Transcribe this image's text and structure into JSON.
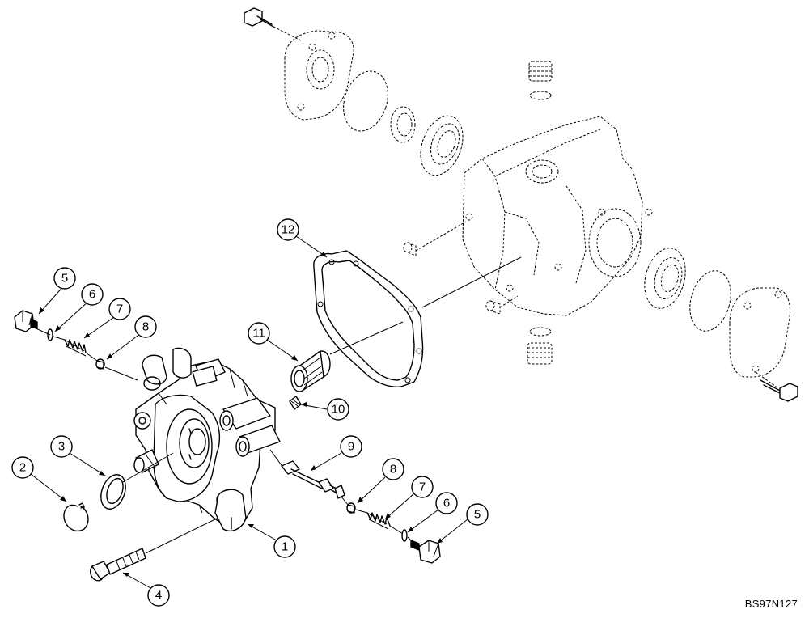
{
  "figure_id": "BS97N127",
  "callouts": [
    {
      "label": "1",
      "part": "pump-body"
    },
    {
      "label": "2",
      "part": "snap-ring"
    },
    {
      "label": "3",
      "part": "seal"
    },
    {
      "label": "4",
      "part": "bolt"
    },
    {
      "label": "5",
      "part": "plug"
    },
    {
      "label": "6",
      "part": "o-ring"
    },
    {
      "label": "7",
      "part": "spring"
    },
    {
      "label": "8",
      "part": "ball-poppet"
    },
    {
      "label": "9",
      "part": "valve-spool"
    },
    {
      "label": "10",
      "part": "plug-small"
    },
    {
      "label": "11",
      "part": "needle-bearing"
    },
    {
      "label": "12",
      "part": "gasket"
    }
  ],
  "callout_instances": [
    {
      "label": "5",
      "side": "left"
    },
    {
      "label": "6",
      "side": "left"
    },
    {
      "label": "7",
      "side": "left"
    },
    {
      "label": "8",
      "side": "left"
    },
    {
      "label": "12",
      "side": "center"
    },
    {
      "label": "11",
      "side": "center"
    },
    {
      "label": "10",
      "side": "center"
    },
    {
      "label": "3",
      "side": "left"
    },
    {
      "label": "2",
      "side": "left"
    },
    {
      "label": "9",
      "side": "right"
    },
    {
      "label": "8",
      "side": "right"
    },
    {
      "label": "7",
      "side": "right"
    },
    {
      "label": "6",
      "side": "right"
    },
    {
      "label": "5",
      "side": "right"
    },
    {
      "label": "1",
      "side": "center"
    },
    {
      "label": "4",
      "side": "left"
    }
  ]
}
